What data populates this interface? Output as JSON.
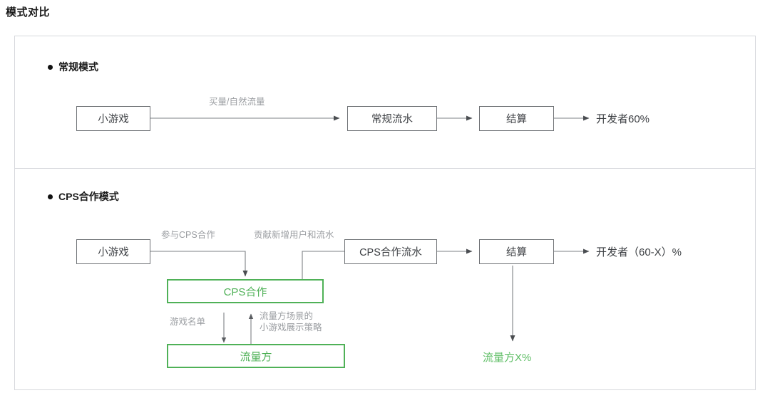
{
  "page": {
    "title": "模式对比"
  },
  "sections": [
    {
      "id": "regular",
      "header": "常规模式",
      "nodes": {
        "source": "小游戏",
        "revenue": "常规流水",
        "settle": "结算",
        "payout": "开发者60%"
      },
      "edge_labels": {
        "traffic": "买量/自然流量"
      }
    },
    {
      "id": "cps",
      "header": "CPS合作模式",
      "nodes": {
        "source": "小游戏",
        "cps": "CPS合作",
        "channel": "流量方",
        "revenue": "CPS合作流水",
        "settle": "结算",
        "payout": "开发者（60-X）%",
        "channel_share": "流量方X%"
      },
      "edge_labels": {
        "join_cps": "参与CPS合作",
        "contribute": "贡献新增用户和流水",
        "game_list": "游戏名单",
        "display_policy_line1": "流量方场景的",
        "display_policy_line2": "小游戏展示策略"
      }
    }
  ],
  "colors": {
    "accent_green": "#4fb157",
    "accent_green_text": "#5fbe66",
    "node_border": "#6e7175",
    "card_border": "#d6d8dc",
    "label_gray": "#9a9da1",
    "text_dark": "#3c3f43"
  }
}
